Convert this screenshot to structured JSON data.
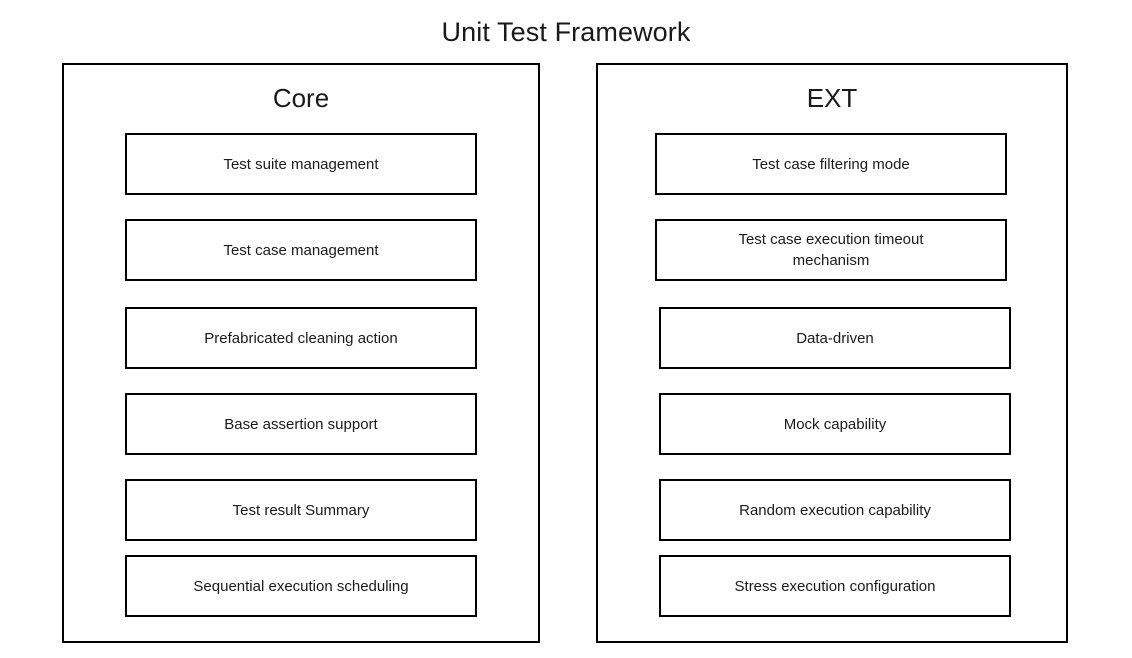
{
  "diagram": {
    "title": "Unit Test Framework",
    "background_color": "#ffffff",
    "border_color": "#000000",
    "text_color": "#1a1a1a",
    "panels": [
      {
        "name": "core",
        "title": "Core",
        "items": [
          {
            "label": "Test suite management"
          },
          {
            "label": "Test case management"
          },
          {
            "label": "Prefabricated cleaning action"
          },
          {
            "label": "Base assertion support"
          },
          {
            "label": "Test result Summary"
          },
          {
            "label": "Sequential execution scheduling"
          }
        ]
      },
      {
        "name": "ext",
        "title": "EXT",
        "items": [
          {
            "label": "Test case filtering mode"
          },
          {
            "label": "Test case execution timeout\nmechanism"
          },
          {
            "label": "Data-driven"
          },
          {
            "label": "Mock capability"
          },
          {
            "label": "Random execution capability"
          },
          {
            "label": "Stress execution configuration"
          }
        ]
      }
    ]
  }
}
